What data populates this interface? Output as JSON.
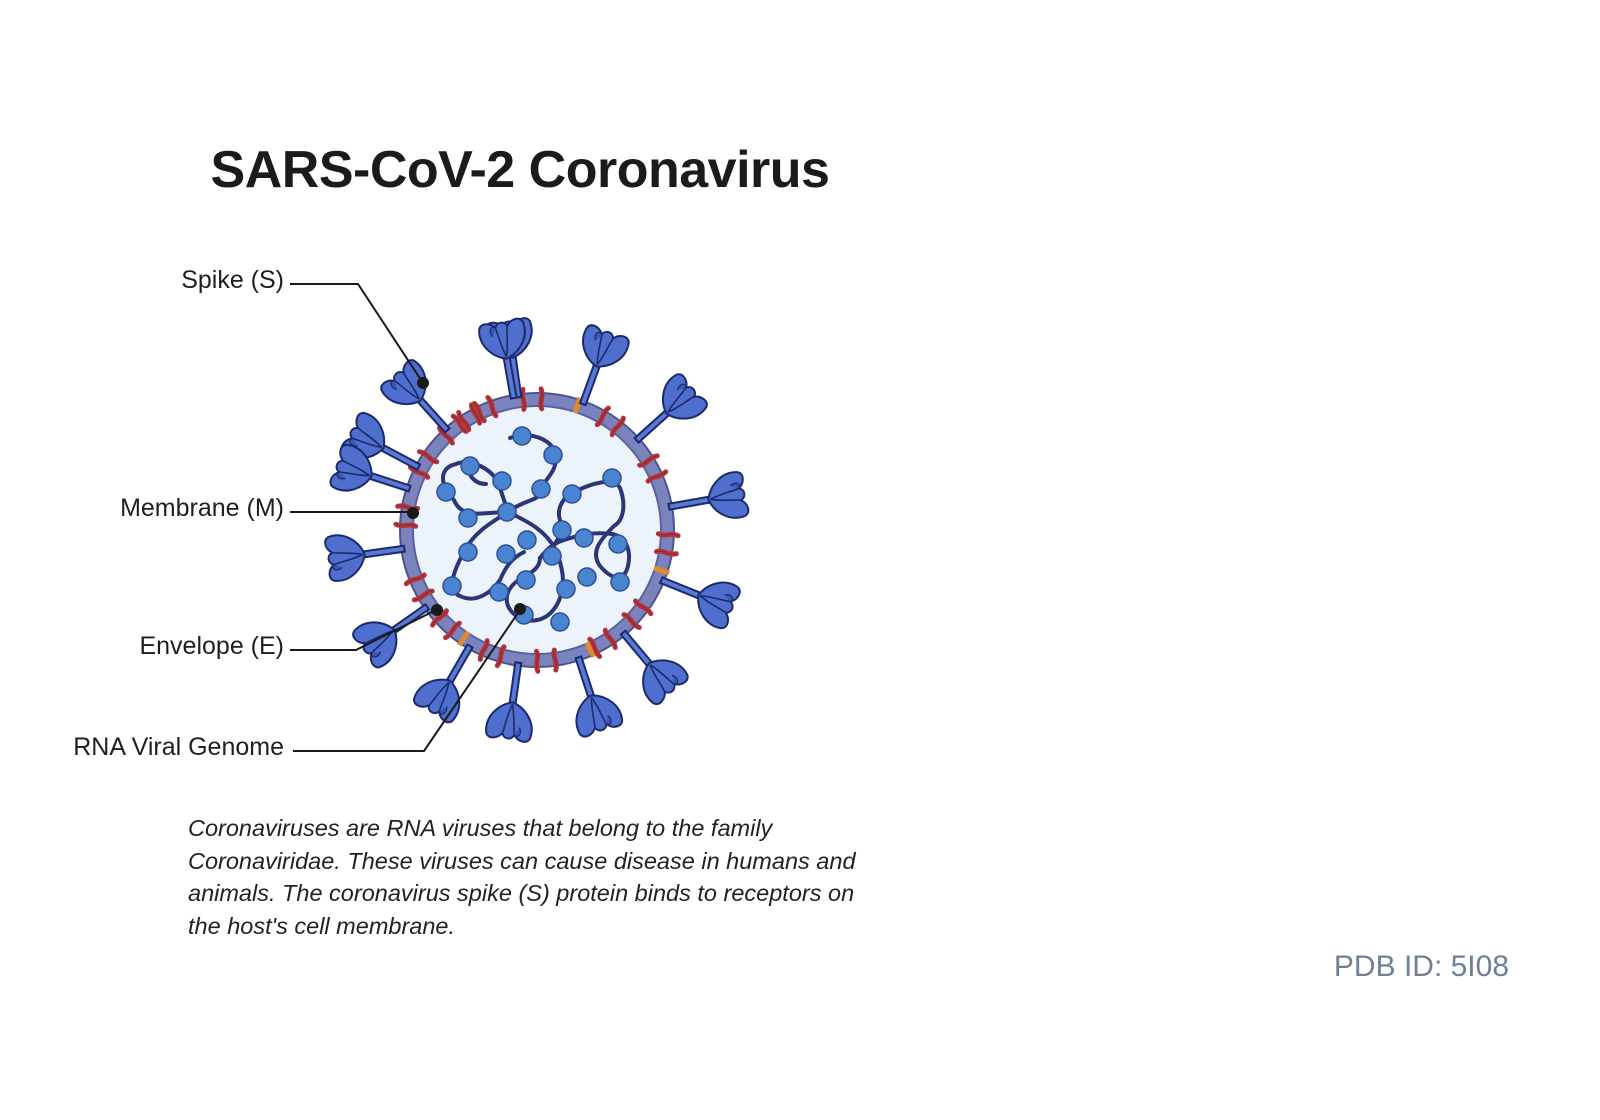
{
  "title": "SARS-CoV-2 Coronavirus",
  "labels": {
    "spike": "Spike (S)",
    "membrane": "Membrane (M)",
    "envelope": "Envelope (E)",
    "genome": "RNA Viral Genome"
  },
  "description": "Coronaviruses are RNA viruses that belong to the family Coronaviridae. These viruses can cause disease in humans and animals. The coronavirus spike (S) protein binds to receptors on the host's cell membrane.",
  "pdb_id": "PDB ID: 5I08",
  "colors": {
    "spike": "#4f6fcf",
    "spike_outline": "#1c2a6b",
    "membrane_ring": "#7b83bd",
    "interior": "#edf3fb",
    "rna_strand": "#2c3577",
    "rna_beads": "#4a83cf",
    "m_protein": "#b3363d",
    "e_protein": "#e08a2a"
  }
}
